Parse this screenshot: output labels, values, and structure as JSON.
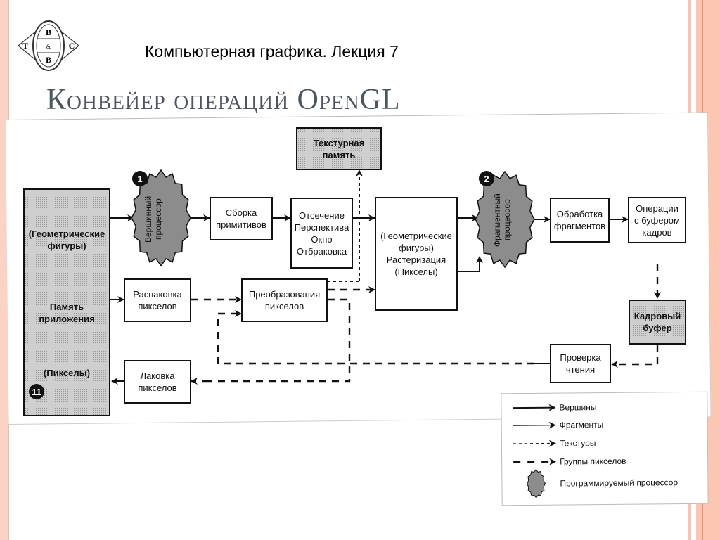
{
  "slide": {
    "course_title": "Компьютерная графика. Лекция 7",
    "heading": "Конвейер операций OpenGL",
    "logo": {
      "letters": [
        "B",
        "T",
        "&",
        "C",
        "B"
      ],
      "icon": "tvbc-logo-icon"
    }
  },
  "diagram": {
    "app_memory": {
      "geom": "(Геометрические фигуры)",
      "memory": "Память приложения",
      "pixels": "(Пикселы)",
      "badge": "11"
    },
    "vertex_processor": {
      "label_line1": "Вершинный",
      "label_line2": "процессор",
      "badge": "1"
    },
    "fragment_processor": {
      "label_line1": "Фрагментный",
      "label_line2": "процессор",
      "badge": "2"
    },
    "primitive_assembly": "Сборка примитивов",
    "clipping": [
      "Отсечение",
      "Перспектива",
      "Окно",
      "Отбраковка"
    ],
    "texture_memory": "Текстурная память",
    "rasterization": [
      "(Геометрические",
      "фигуры)",
      "Растеризация",
      "(Пикселы)"
    ],
    "fragment_processing": "Обработка фрагментов",
    "framebuffer_ops": [
      "Операции",
      "с буфером",
      "кадров"
    ],
    "frame_buffer": "Кадровый буфер",
    "pixel_unpack": "Распаковка пикселов",
    "pixel_transfer": "Преобразования пикселов",
    "pixel_pack": "Лаковка пикселов",
    "read_control": "Проверка чтения"
  },
  "legend": {
    "items": [
      {
        "style": "solid",
        "label": "Вершины"
      },
      {
        "style": "solid-thin",
        "label": "Фрагменты"
      },
      {
        "style": "dotted",
        "label": "Текстуры"
      },
      {
        "style": "dashed",
        "label": "Группы пикселов"
      },
      {
        "style": "processor",
        "label": "Программируемый процессор"
      }
    ]
  }
}
